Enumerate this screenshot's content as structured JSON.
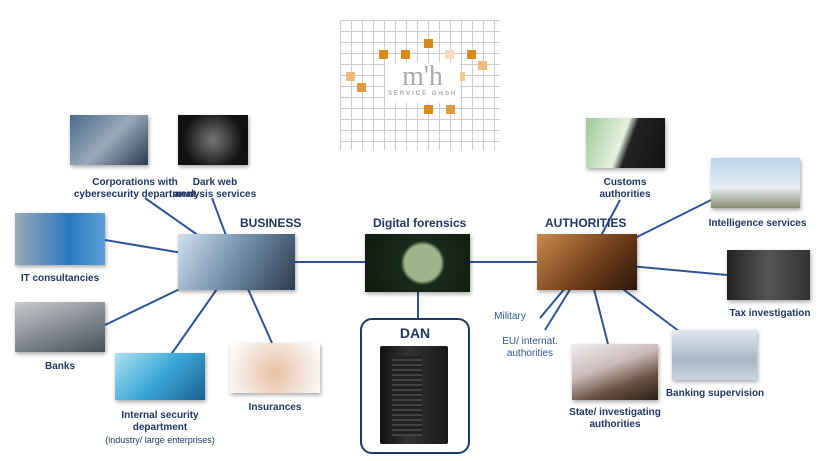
{
  "logo": {
    "mark": "m'h",
    "subtitle": "SERVICE GmbH"
  },
  "hubs": {
    "business": "BUSINESS",
    "digital_forensics": "Digital forensics",
    "authorities": "AUTHORITIES",
    "dan": "DAN"
  },
  "business_nodes": {
    "corporations": [
      "Corporations with",
      "cybersecurity department"
    ],
    "darkweb": [
      "Dark web",
      "analysis services"
    ],
    "it": "IT consultancies",
    "banks": "Banks",
    "internal": [
      "Internal security",
      "department"
    ],
    "internal_note": "(industry/ large enterprises)",
    "insurances": "Insurances"
  },
  "authority_nodes": {
    "customs": [
      "Customs",
      "authorities"
    ],
    "intelligence": "Intelligence services",
    "tax": "Tax investigation",
    "banking": "Banking supervision",
    "state": [
      "State/ investigating",
      "authorities"
    ],
    "military": "Military",
    "eu": [
      "EU/ internat.",
      "authorities"
    ]
  },
  "colors": {
    "line": "#2e5597",
    "text": "#1f3864",
    "accent": "#d88a1c"
  }
}
